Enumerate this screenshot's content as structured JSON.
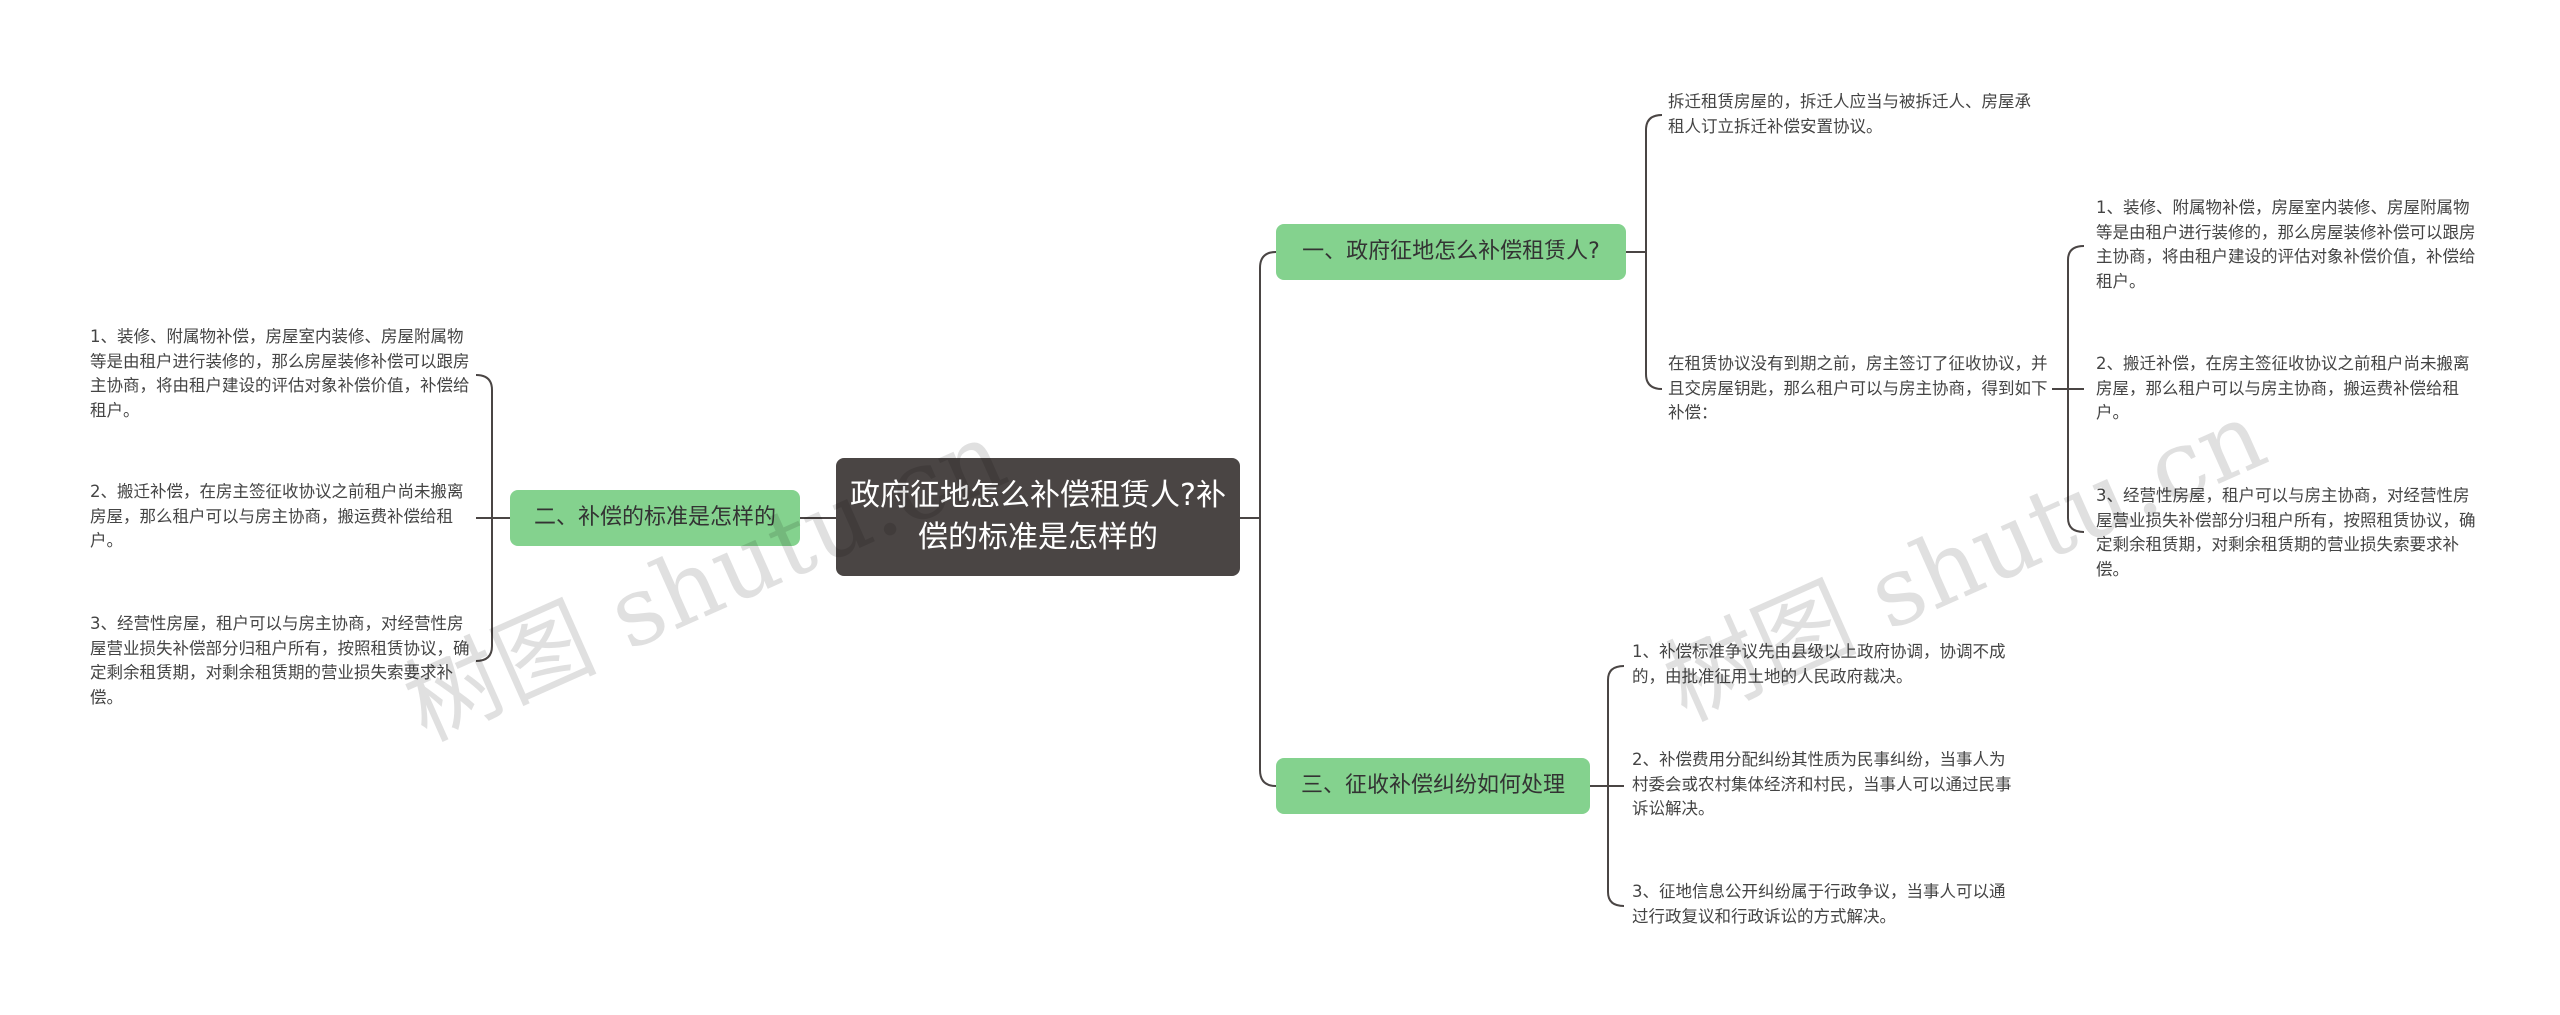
{
  "root": {
    "label": "政府征地怎么补偿租赁人?补偿的标准是怎样的"
  },
  "branches": {
    "b1": {
      "label": "一、政府征地怎么补偿租赁人?"
    },
    "b2": {
      "label": "二、补偿的标准是怎样的"
    },
    "b3": {
      "label": "三、征收补偿纠纷如何处理"
    }
  },
  "leaves": {
    "b1_1": "拆迁租赁房屋的，拆迁人应当与被拆迁人、房屋承租人订立拆迁补偿安置协议。",
    "b1_2": "在租赁协议没有到期之前，房主签订了征收协议，并且交房屋钥匙，那么租户可以与房主协商，得到如下补偿：",
    "b1_2_1": "1、装修、附属物补偿，房屋室内装修、房屋附属物等是由租户进行装修的，那么房屋装修补偿可以跟房主协商，将由租户建设的评估对象补偿价值，补偿给租户。",
    "b1_2_2": "2、搬迁补偿，在房主签征收协议之前租户尚未搬离房屋，那么租户可以与房主协商，搬运费补偿给租户。",
    "b1_2_3": "3、经营性房屋，租户可以与房主协商，对经营性房屋营业损失补偿部分归租户所有，按照租赁协议，确定剩余租赁期，对剩余租赁期的营业损失索要求补偿。",
    "b2_1": "1、装修、附属物补偿，房屋室内装修、房屋附属物等是由租户进行装修的，那么房屋装修补偿可以跟房主协商，将由租户建设的评估对象补偿价值，补偿给租户。",
    "b2_2": "2、搬迁补偿，在房主签征收协议之前租户尚未搬离房屋，那么租户可以与房主协商，搬运费补偿给租户。",
    "b2_3": "3、经营性房屋，租户可以与房主协商，对经营性房屋营业损失补偿部分归租户所有，按照租赁协议，确定剩余租赁期，对剩余租赁期的营业损失索要求补偿。",
    "b3_1": "1、补偿标准争议先由县级以上政府协调，协调不成的，由批准征用土地的人民政府裁决。",
    "b3_2": "2、补偿费用分配纠纷其性质为民事纠纷，当事人为村委会或农村集体经济和村民，当事人可以通过民事诉讼解决。",
    "b3_3": "3、征地信息公开纠纷属于行政争议，当事人可以通过行政复议和行政诉讼的方式解决。"
  },
  "watermarks": [
    "树图 shutu.cn",
    "树图 shutu.cn"
  ],
  "colors": {
    "root_bg": "#4a4544",
    "branch_bg": "#84d28e",
    "line": "#4a4544",
    "leaf_text": "#444444"
  }
}
